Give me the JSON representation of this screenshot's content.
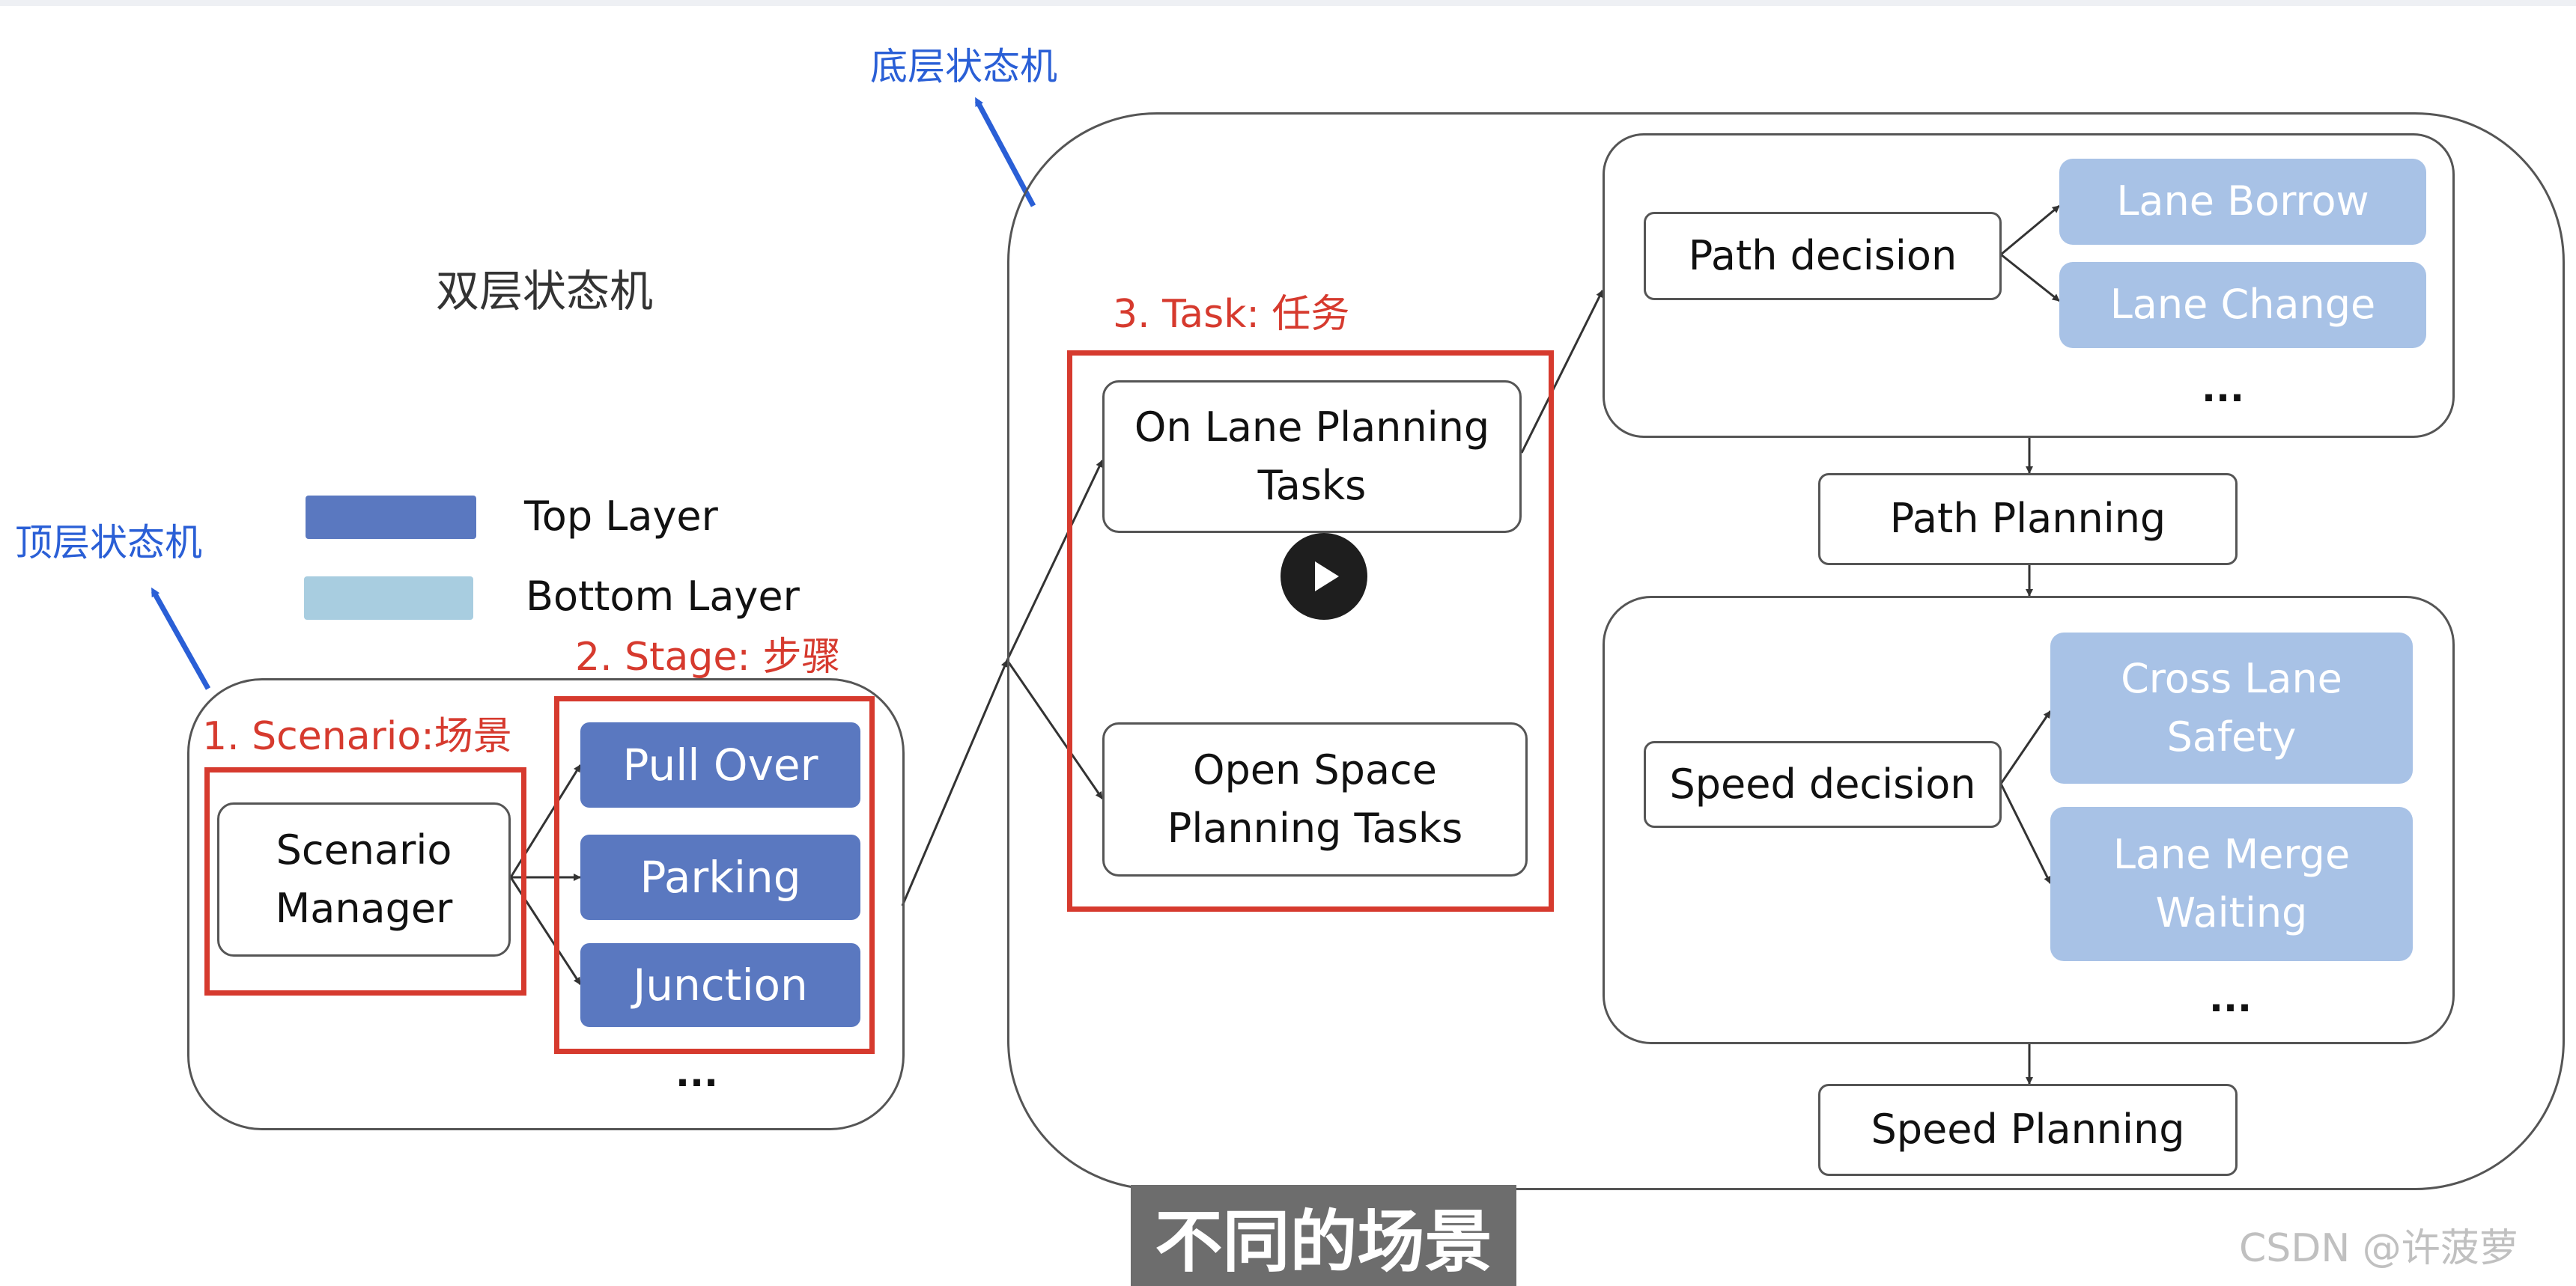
{
  "labels": {
    "bottom_fsm": "底层状态机",
    "top_fsm": "顶层状态机",
    "dual_fsm": "双层状态机"
  },
  "legend": {
    "top_layer": "Top Layer",
    "bottom_layer": "Bottom Layer",
    "top_color": "#5a78c0",
    "bottom_color": "#a8cde0"
  },
  "annotations": {
    "scenario": "1. Scenario:场景",
    "stage": "2. Stage: 步骤",
    "task": "3. Task: 任务"
  },
  "nodes": {
    "scenario_manager_line1": "Scenario",
    "scenario_manager_line2": "Manager",
    "stages": [
      "Pull  Over",
      "Parking",
      "Junction"
    ],
    "stage_more": "...",
    "on_lane_line1": "On Lane Planning",
    "on_lane_line2": "Tasks",
    "open_space_line1": "Open Space",
    "open_space_line2": "Planning Tasks",
    "path_decision": "Path decision",
    "lane_borrow": "Lane Borrow",
    "lane_change": "Lane Change",
    "path_more": "...",
    "path_planning": "Path Planning",
    "speed_decision": "Speed decision",
    "cross_lane_line1": "Cross Lane",
    "cross_lane_line2": "Safety",
    "lane_merge_line1": "Lane Merge",
    "lane_merge_line2": "Waiting",
    "speed_more": "...",
    "speed_planning": "Speed Planning"
  },
  "overlay": {
    "subtitle": "不同的场景",
    "watermark": "CSDN @许菠萝"
  },
  "colors": {
    "annotation_red": "#d63a2e",
    "label_blue": "#2a5fd6",
    "top_layer_fill": "#5a78c0",
    "bottom_task_fill": "#a8c2e6"
  }
}
